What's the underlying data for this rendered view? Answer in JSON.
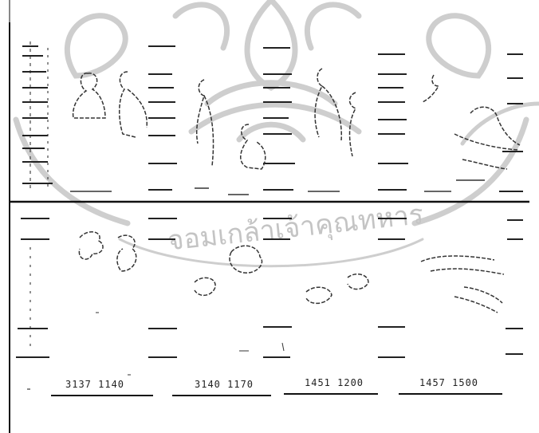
{
  "document": {
    "type": "scanned-figure-page",
    "figure_captions": [
      "3137 1140",
      "3140 1170",
      "1451 1200",
      "1457 1500"
    ]
  },
  "watermark": {
    "description": "university seal watermark",
    "text": "จอมเกล้าเจ้าคุณทหาร",
    "color": "#c9c9c9"
  }
}
